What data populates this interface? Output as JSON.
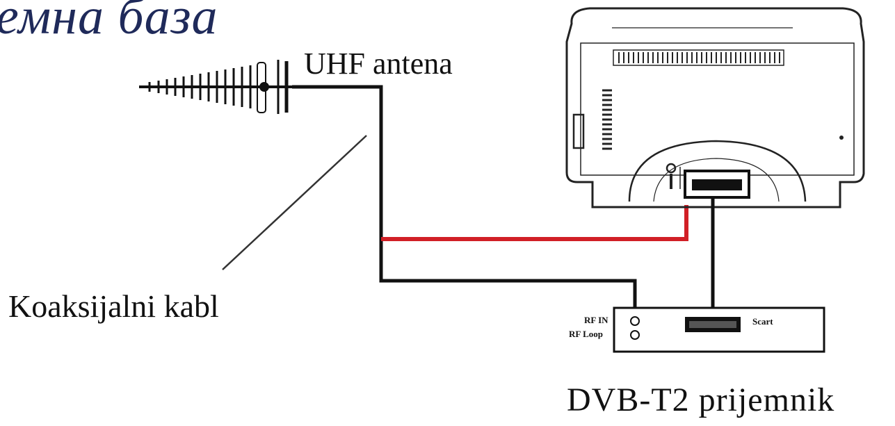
{
  "title": "емна база",
  "labels": {
    "antenna": "UHF antena",
    "cable": "Koaksijalni kabl",
    "receiver": "DVB-T2 prijemnik",
    "rf_in": "RF IN",
    "rf_loop": "RF Loop",
    "scart": "Scart"
  },
  "colors": {
    "title": "#1f2a5a",
    "cable_black": "#111111",
    "cable_red": "#d11f26"
  },
  "icons": [
    "antenna-icon",
    "tv-icon",
    "receiver-icon"
  ]
}
